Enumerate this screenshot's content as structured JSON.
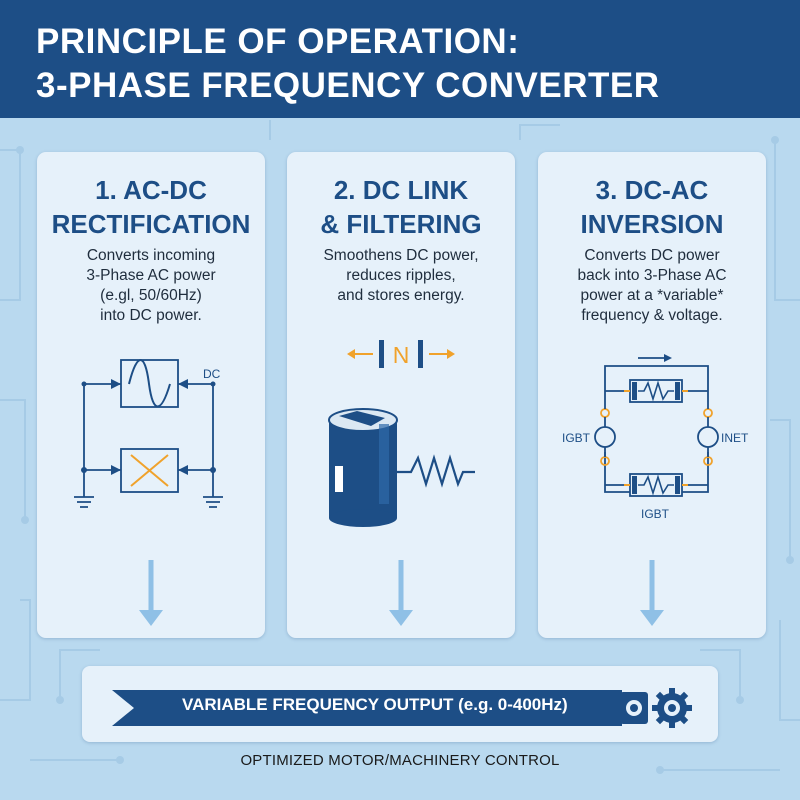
{
  "header": {
    "line1": "PRINCIPLE OF OPERATION:",
    "line2": "3-PHASE FREQUENCY CONVERTER"
  },
  "cards": [
    {
      "title_line1": "1. AC-DC",
      "title_line2": "RECTIFICATION",
      "description": [
        "Converts incoming",
        "3-Phase AC power",
        "(e.gl, 50/60Hz)",
        "into DC power."
      ],
      "diagram_label": "DC"
    },
    {
      "title_line1": "2. DC LINK",
      "title_line2": "& FILTERING",
      "description": [
        "Smoothens DC power,",
        "reduces ripples,",
        "and stores energy."
      ],
      "diagram_label": "N"
    },
    {
      "title_line1": "3. DC-AC",
      "title_line2": "INVERSION",
      "description": [
        "Converts DC power",
        "back into 3-Phase AC",
        "power at a *variable*",
        "frequency & voltage."
      ],
      "labels": {
        "left": "IGBT",
        "right": "INET",
        "bottom": "IGBT"
      }
    }
  ],
  "output_banner": "VARIABLE FREQUENCY OUTPUT (e.g. 0-400Hz)",
  "footer": "OPTIMIZED MOTOR/MACHINERY CONTROL",
  "colors": {
    "header_bg": "#1d4e86",
    "page_bg": "#b9d9ef",
    "card_bg": "#e6f1fa",
    "accent_orange": "#f0a22b",
    "arrow_blue": "#8fc0e6"
  }
}
